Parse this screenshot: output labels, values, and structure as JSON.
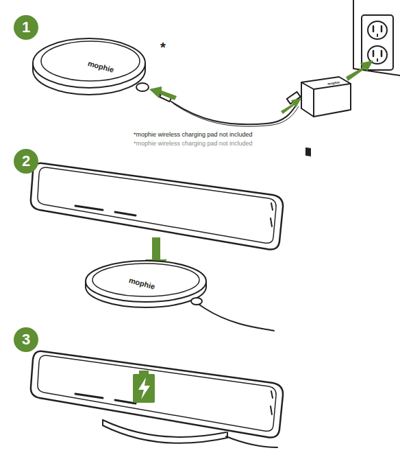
{
  "diagram": {
    "nodes": [
      {
        "text": [
          "1"
        ]
      },
      {
        "text": [
          "2"
        ]
      },
      {
        "text": [
          "3"
        ]
      }
    ],
    "edges": [],
    "labels": [
      "*",
      "mophie",
      "mophie",
      "*mophie wireless charging pad not included",
      "*mophie wireless charging pad not included",
      "mophie"
    ]
  }
}
